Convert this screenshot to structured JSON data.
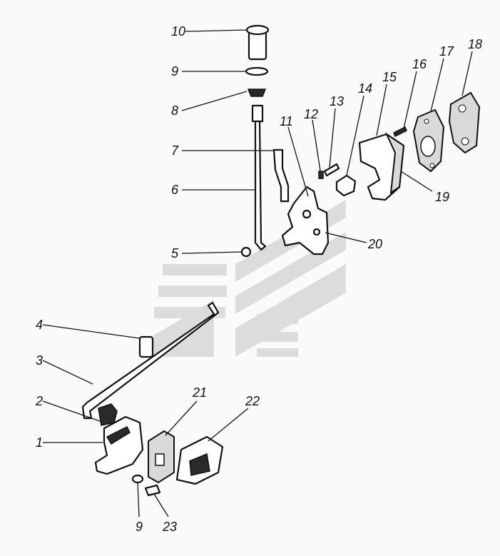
{
  "labels": [
    {
      "id": "10",
      "text": "10"
    },
    {
      "id": "9a",
      "text": "9"
    },
    {
      "id": "8",
      "text": "8"
    },
    {
      "id": "7",
      "text": "7"
    },
    {
      "id": "6",
      "text": "6"
    },
    {
      "id": "5",
      "text": "5"
    },
    {
      "id": "4",
      "text": "4"
    },
    {
      "id": "3",
      "text": "3"
    },
    {
      "id": "2",
      "text": "2"
    },
    {
      "id": "1",
      "text": "1"
    },
    {
      "id": "11",
      "text": "11"
    },
    {
      "id": "12",
      "text": "12"
    },
    {
      "id": "13",
      "text": "13"
    },
    {
      "id": "14",
      "text": "14"
    },
    {
      "id": "15",
      "text": "15"
    },
    {
      "id": "16",
      "text": "16"
    },
    {
      "id": "17",
      "text": "17"
    },
    {
      "id": "18",
      "text": "18"
    },
    {
      "id": "19",
      "text": "19"
    },
    {
      "id": "20",
      "text": "20"
    },
    {
      "id": "21",
      "text": "21"
    },
    {
      "id": "22",
      "text": "22"
    },
    {
      "id": "9b",
      "text": "9"
    },
    {
      "id": "23",
      "text": "23"
    }
  ],
  "colors": {
    "background": "#fafafa",
    "watermark": "#dcdcdc",
    "ink": "#111111"
  },
  "icons": {
    "watermark": "chevron-logo-watermark"
  }
}
